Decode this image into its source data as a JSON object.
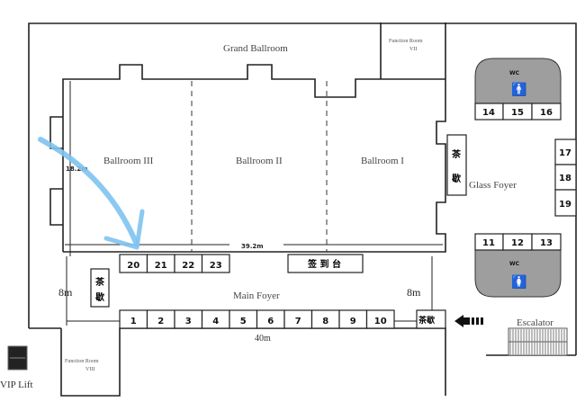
{
  "rooms": {
    "grand": "Grand Ballroom",
    "fr7_a": "Function Room",
    "fr7_b": "VII",
    "b3": "Ballroom III",
    "b2": "Ballroom II",
    "b1": "Ballroom I",
    "glass": "Glass Foyer",
    "main": "Main Foyer",
    "fr8_a": "Function Room",
    "fr8_b": "VIII",
    "escalator": "Escalator",
    "vip": "VIP Lift",
    "wc": "WC"
  },
  "dimensions": {
    "width": "39.2m",
    "depth": "18.2m",
    "foyer_left": "8m",
    "foyer_right": "8m",
    "foyer_length": "40m"
  },
  "tea": {
    "c1": "茶",
    "c2": "歇",
    "inline": "茶歇"
  },
  "signin": "签 到 台",
  "booths_bottom": [
    "1",
    "2",
    "3",
    "4",
    "5",
    "6",
    "7",
    "8",
    "9",
    "10"
  ],
  "booths_top": [
    "20",
    "21",
    "22",
    "23"
  ],
  "booths_wc_top": [
    "14",
    "15",
    "16"
  ],
  "booths_wc_bottom": [
    "11",
    "12",
    "13"
  ],
  "booths_side": [
    "17",
    "18",
    "19"
  ],
  "colors": {
    "wc": "#9e9e9e",
    "arrow": "#7ec3f0"
  }
}
